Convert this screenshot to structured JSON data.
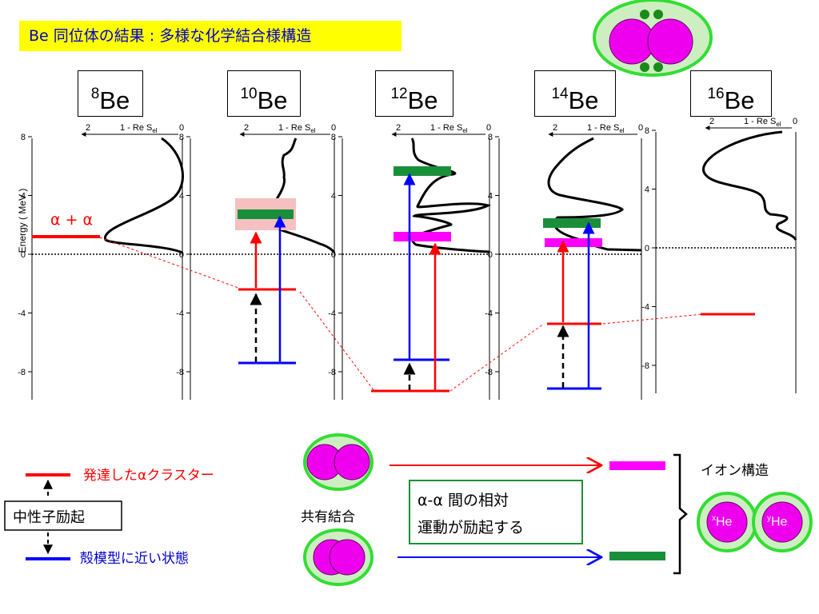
{
  "slide": {
    "title": "Be  同位体の結果 : 多様な化学結合様構造"
  },
  "isotopes": [
    {
      "mass": "8",
      "symbol": "Be"
    },
    {
      "mass": "10",
      "symbol": "Be"
    },
    {
      "mass": "12",
      "symbol": "Be"
    },
    {
      "mass": "14",
      "symbol": "Be"
    },
    {
      "mass": "16",
      "symbol": "Be"
    }
  ],
  "plots": {
    "top_axis_left": "2",
    "top_axis_right": "0",
    "top_axis_label": "1 - Re S",
    "top_axis_label_sub": "el",
    "y_axis_label": "Energy ( MeV )",
    "y_ticks": [
      "8",
      "4",
      "0",
      "-4",
      "-8"
    ]
  },
  "alpha_alpha_label": "α + α",
  "legend": {
    "developed_cluster": "発達したαクラスター",
    "neutron_excitation": "中性子励起",
    "shell_model_like": "殻模型に近い状態"
  },
  "bottom": {
    "covalent": "共有結合",
    "alpha_alpha_excitation_line1": "α-α 間の相対",
    "alpha_alpha_excitation_line2": "運動が励起する",
    "ionic": "イオン構造",
    "he_x": "He",
    "he_x_sup": "x",
    "he_y": "He",
    "he_y_sup": "y"
  },
  "colors": {
    "cluster_red": "#ff0000",
    "shell_blue": "#0000ff",
    "magenta_band": "#ff00ff",
    "green_band": "#1a8f3a",
    "pink_bg": "#f6c0c0",
    "nucleus_fill": "#ee00ee",
    "halo_fill": "#cdeec0",
    "halo_stroke": "#33dd33"
  }
}
